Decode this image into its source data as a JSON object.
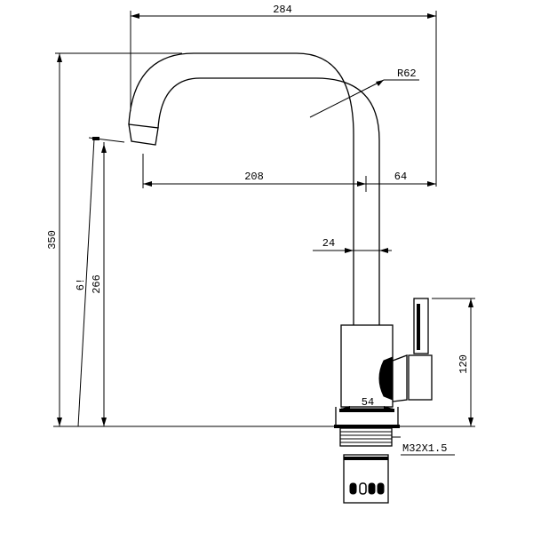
{
  "dimensions": {
    "overall_reach": "284",
    "spout_radius": "R62",
    "spout_offset": "208",
    "body_to_edge": "64",
    "pipe_diameter": "24",
    "total_height": "350",
    "outlet_height": "266",
    "outlet_angle": "6!",
    "handle_height": "120",
    "body_diameter": "54",
    "thread": "M32X1.5"
  },
  "colors": {
    "line": "#000000",
    "background": "#ffffff"
  }
}
